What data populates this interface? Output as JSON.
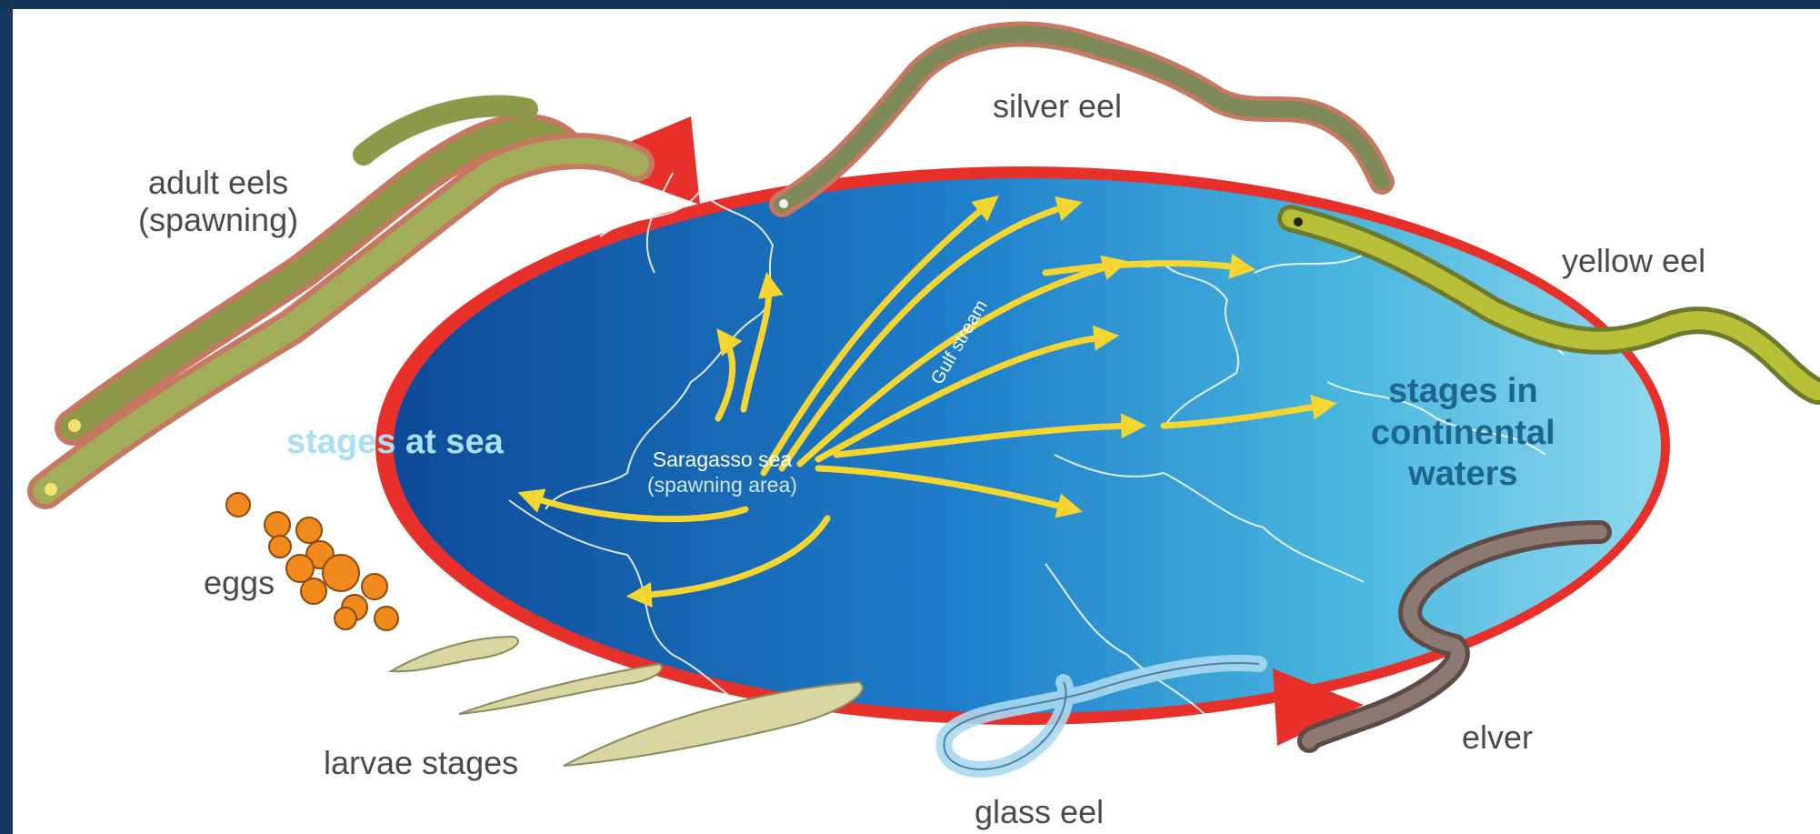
{
  "labels": {
    "adult_eels": "adult eels",
    "adult_eels_sub": "(spawning)",
    "silver_eel": "silver eel",
    "yellow_eel": "yellow eel",
    "eggs": "eggs",
    "larvae_stages": "larvae stages",
    "glass_eel": "glass eel",
    "elver": "elver"
  },
  "regions": {
    "stages_at_sea": "stages at sea",
    "continental_line1": "stages in",
    "continental_line2": "continental",
    "continental_line3": "waters",
    "sargasso": "Saragasso sea",
    "sargasso_sub": "(spawning area)",
    "gulf_stream": "Gulf stream"
  },
  "colors": {
    "cycle_arrow": "#e8302a",
    "ocean_dark": "#0d4f9e",
    "ocean_light": "#83d2ec",
    "current_arrow": "#f5d630",
    "coast_line": "#ffffff",
    "eel_body": "#8e9a4a",
    "eel_fin": "#c77862",
    "egg": "#f08a1c"
  },
  "icons": [
    "spawning-eels-icon",
    "silver-eel-icon",
    "yellow-eel-icon",
    "eggs-icon",
    "larvae-icon",
    "glass-eel-icon",
    "elver-icon"
  ]
}
